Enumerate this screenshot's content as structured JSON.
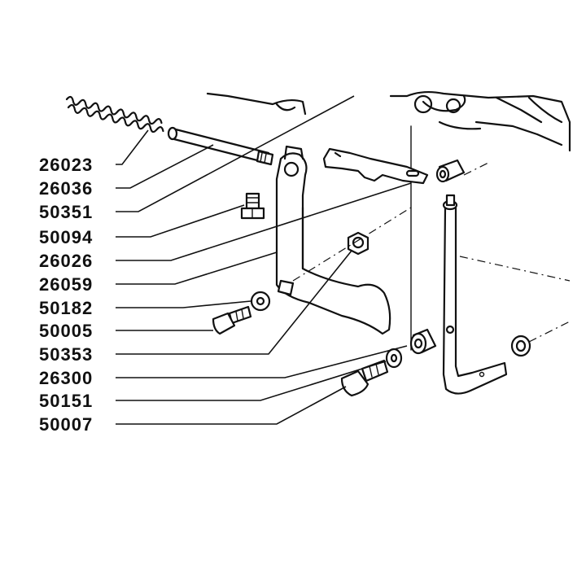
{
  "diagram": {
    "labels": [
      "26023",
      "26036",
      "50351",
      "50094",
      "26026",
      "26059",
      "50182",
      "50005",
      "50353",
      "26300",
      "50151",
      "50007"
    ]
  }
}
